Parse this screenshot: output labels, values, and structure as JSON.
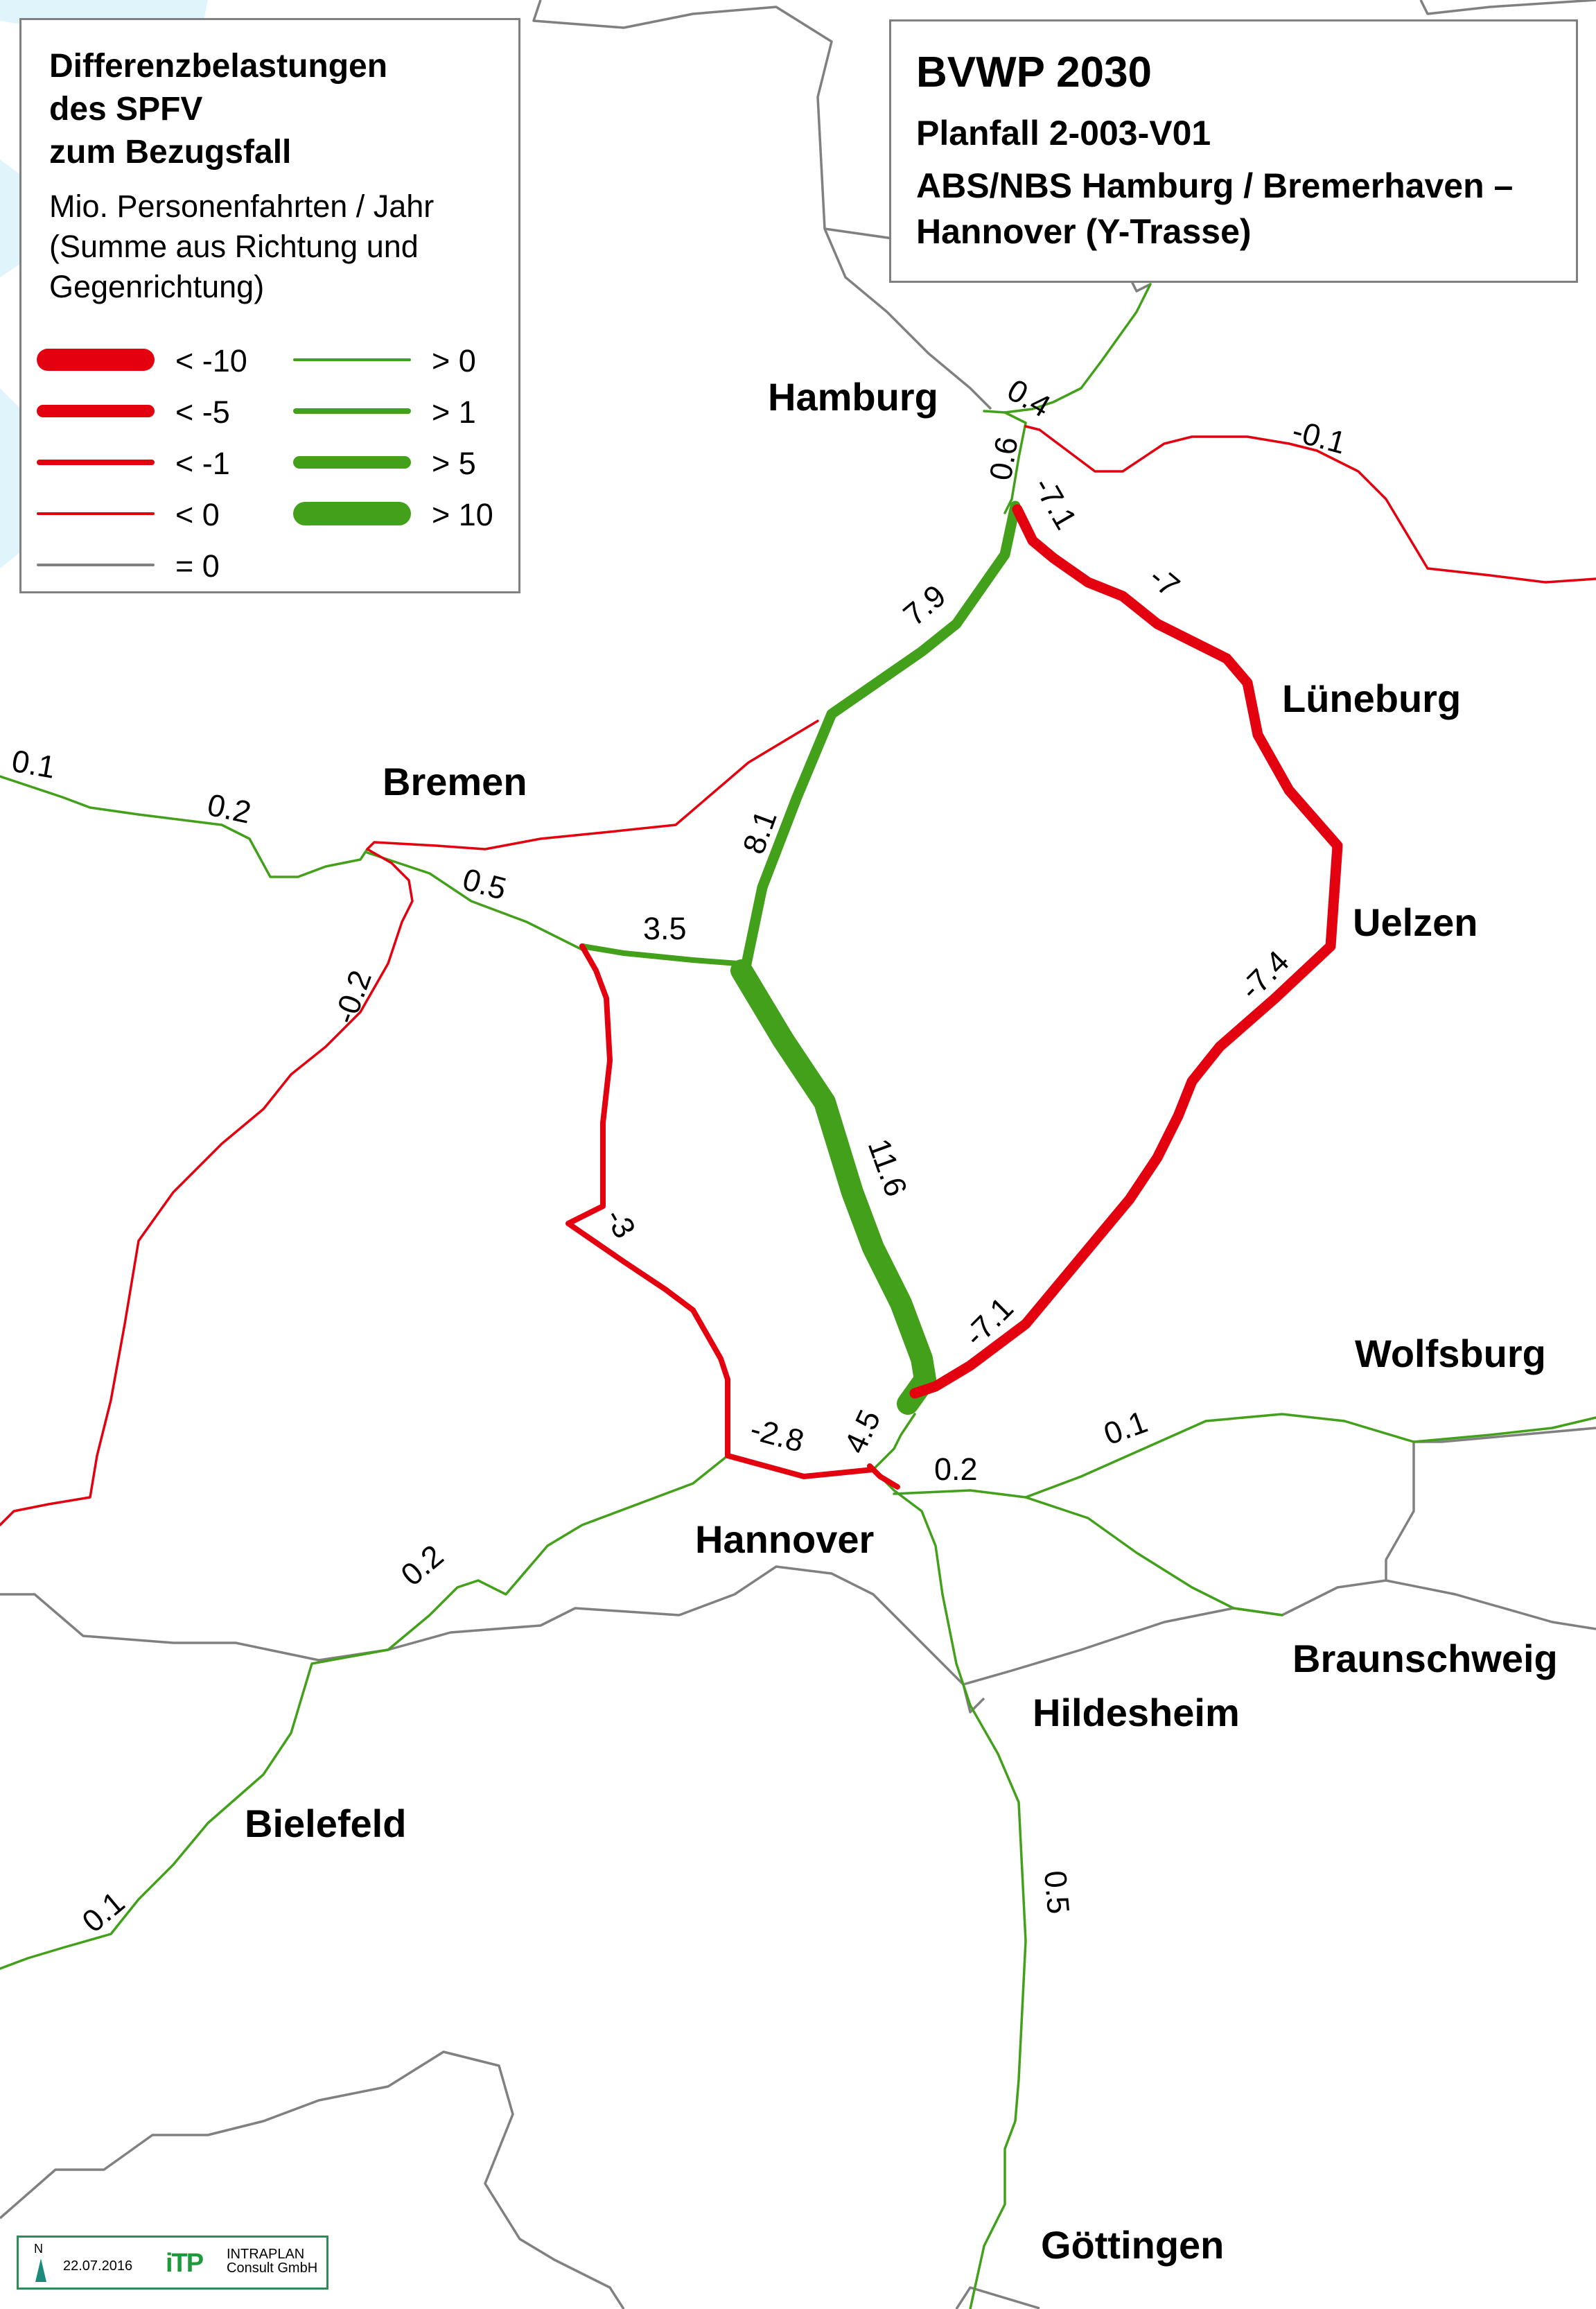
{
  "title_box": {
    "main": "BVWP 2030",
    "planfall": "Planfall 2-003-V01",
    "project": "ABS/NBS Hamburg / Bremerhaven –\nHannover (Y-Trasse)"
  },
  "legend": {
    "title": "Differenzbelastungen\ndes SPFV\nzum Bezugsfall",
    "subtitle": "Mio. Personenfahrten / Jahr\n(Summe aus Richtung und\nGegenrichtung)",
    "items": [
      {
        "label": "< -10",
        "color": "#e3000f",
        "class": "red-xl"
      },
      {
        "label": "< -5",
        "color": "#e3000f",
        "class": "red-l"
      },
      {
        "label": "< -1",
        "color": "#e3000f",
        "class": "red-m"
      },
      {
        "label": "< 0",
        "color": "#e3000f",
        "class": "red-s"
      },
      {
        "label": "= 0",
        "color": "#808080",
        "class": "zero"
      },
      {
        "label": "> 0",
        "color": "#43a01a",
        "class": "green-s"
      },
      {
        "label": "> 1",
        "color": "#43a01a",
        "class": "green-m"
      },
      {
        "label": "> 5",
        "color": "#43a01a",
        "class": "green-l"
      },
      {
        "label": "> 10",
        "color": "#43a01a",
        "class": "green-xl"
      }
    ]
  },
  "cities": [
    "Hamburg",
    "Bremen",
    "Lüneburg",
    "Uelzen",
    "Wolfsburg",
    "Hannover",
    "Braunschweig",
    "Hildesheim",
    "Bielefeld",
    "Göttingen"
  ],
  "links": [
    {
      "value": "0.4",
      "class": "green-s"
    },
    {
      "value": "0.6",
      "class": "green-s"
    },
    {
      "value": "-0.1",
      "class": "red-s"
    },
    {
      "value": "-7.1",
      "class": "red-l"
    },
    {
      "value": "-7",
      "class": "red-l"
    },
    {
      "value": "7.9",
      "class": "green-l"
    },
    {
      "value": "8.1",
      "class": "green-l"
    },
    {
      "value": "0.1",
      "class": "green-s"
    },
    {
      "value": "0.2",
      "class": "green-s"
    },
    {
      "value": "0.5",
      "class": "green-s"
    },
    {
      "value": "3.5",
      "class": "green-m"
    },
    {
      "value": "-0.2",
      "class": "red-s"
    },
    {
      "value": "-7.4",
      "class": "red-l"
    },
    {
      "value": "11.6",
      "class": "green-xl"
    },
    {
      "value": "-3",
      "class": "red-m"
    },
    {
      "value": "-7.1",
      "class": "red-l"
    },
    {
      "value": "-2.8",
      "class": "red-m"
    },
    {
      "value": "4.5",
      "class": "green-s"
    },
    {
      "value": "0.2",
      "class": "green-s"
    },
    {
      "value": "0.1",
      "class": "green-s"
    },
    {
      "value": "0.2",
      "class": "green-s"
    },
    {
      "value": "0.1",
      "class": "green-s"
    },
    {
      "value": "0.5",
      "class": "green-s"
    }
  ],
  "footer": {
    "north": "N",
    "date": "22.07.2016",
    "logo": "iTP",
    "company": "INTRAPLAN\nConsult GmbH"
  },
  "colors": {
    "red": "#e3000f",
    "green": "#43a01a",
    "boundary": "#808080",
    "water": "#dff4fb"
  }
}
